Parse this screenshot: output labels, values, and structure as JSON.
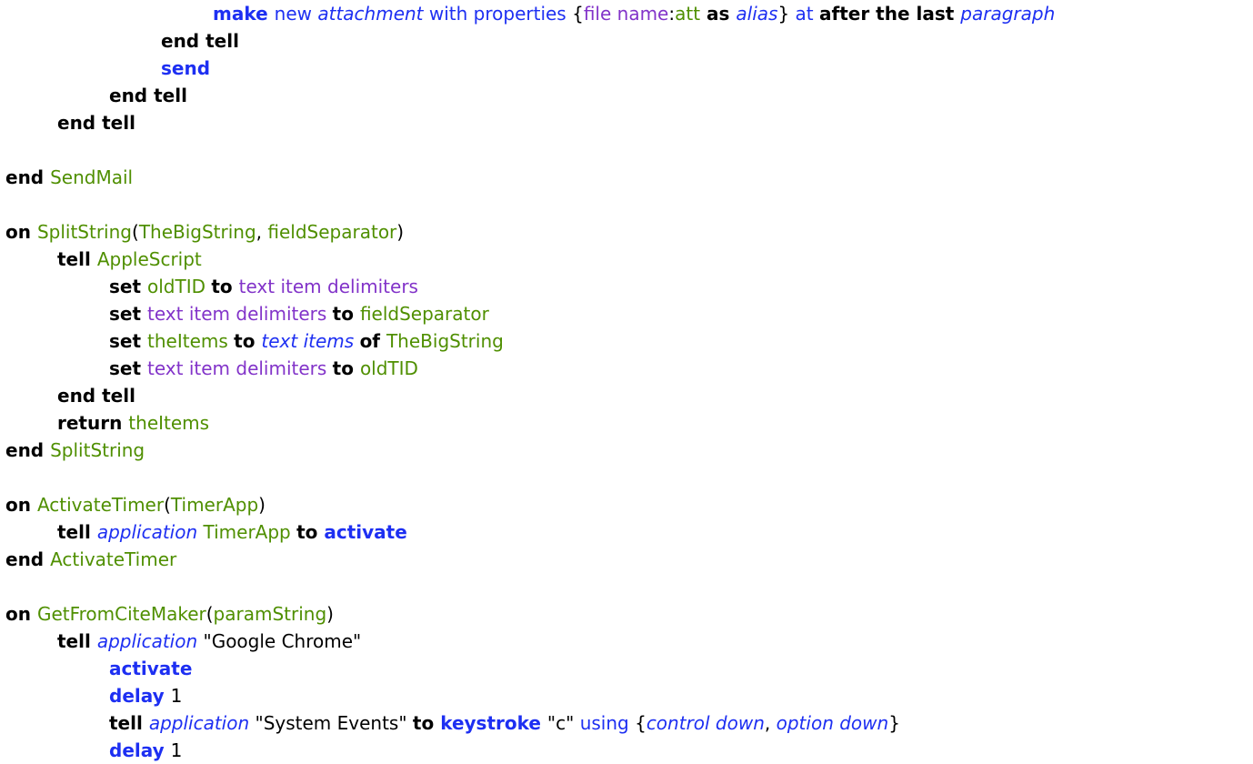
{
  "editor": {
    "background": "#ffffff",
    "colors": {
      "keyword": "#000000",
      "command": "#1d2ff2",
      "parameter": "#1d2ff2",
      "class_name": "#1d2ff2",
      "property": "#8233c9",
      "identifier": "#4f8f00",
      "plain": "#000000"
    },
    "lines": [
      {
        "indent": 4,
        "tokens": [
          [
            "make ",
            "cmd"
          ],
          [
            "new ",
            "param"
          ],
          [
            "attachment ",
            "cls"
          ],
          [
            "with properties ",
            "param"
          ],
          [
            "{",
            "plain"
          ],
          [
            "file name",
            "prop"
          ],
          [
            ":",
            "plain"
          ],
          [
            "att",
            "var"
          ],
          [
            " as ",
            "kw"
          ],
          [
            "alias",
            "cls"
          ],
          [
            "} ",
            "plain"
          ],
          [
            "at ",
            "param"
          ],
          [
            "after the last ",
            "kw"
          ],
          [
            "paragraph",
            "cls"
          ]
        ]
      },
      {
        "indent": 3,
        "tokens": [
          [
            "end tell",
            "kw"
          ]
        ]
      },
      {
        "indent": 3,
        "tokens": [
          [
            "send",
            "cmd"
          ]
        ]
      },
      {
        "indent": 2,
        "tokens": [
          [
            "end tell",
            "kw"
          ]
        ]
      },
      {
        "indent": 1,
        "tokens": [
          [
            "end tell",
            "kw"
          ]
        ]
      },
      {
        "indent": 0,
        "tokens": []
      },
      {
        "indent": 0,
        "tokens": [
          [
            "end ",
            "kw"
          ],
          [
            "SendMail",
            "var"
          ]
        ]
      },
      {
        "indent": 0,
        "tokens": []
      },
      {
        "indent": 0,
        "tokens": [
          [
            "on ",
            "kw"
          ],
          [
            "SplitString",
            "var"
          ],
          [
            "(",
            "plain"
          ],
          [
            "TheBigString",
            "var"
          ],
          [
            ", ",
            "plain"
          ],
          [
            "fieldSeparator",
            "var"
          ],
          [
            ")",
            "plain"
          ]
        ]
      },
      {
        "indent": 1,
        "tokens": [
          [
            "tell ",
            "kw"
          ],
          [
            "AppleScript",
            "var"
          ]
        ]
      },
      {
        "indent": 2,
        "tokens": [
          [
            "set ",
            "kw"
          ],
          [
            "oldTID ",
            "var"
          ],
          [
            "to ",
            "kw"
          ],
          [
            "text item delimiters",
            "prop"
          ]
        ]
      },
      {
        "indent": 2,
        "tokens": [
          [
            "set ",
            "kw"
          ],
          [
            "text item delimiters ",
            "prop"
          ],
          [
            "to ",
            "kw"
          ],
          [
            "fieldSeparator",
            "var"
          ]
        ]
      },
      {
        "indent": 2,
        "tokens": [
          [
            "set ",
            "kw"
          ],
          [
            "theItems ",
            "var"
          ],
          [
            "to ",
            "kw"
          ],
          [
            "text items ",
            "cls"
          ],
          [
            "of ",
            "kw"
          ],
          [
            "TheBigString",
            "var"
          ]
        ]
      },
      {
        "indent": 2,
        "tokens": [
          [
            "set ",
            "kw"
          ],
          [
            "text item delimiters ",
            "prop"
          ],
          [
            "to ",
            "kw"
          ],
          [
            "oldTID",
            "var"
          ]
        ]
      },
      {
        "indent": 1,
        "tokens": [
          [
            "end tell",
            "kw"
          ]
        ]
      },
      {
        "indent": 1,
        "tokens": [
          [
            "return ",
            "kw"
          ],
          [
            "theItems",
            "var"
          ]
        ]
      },
      {
        "indent": 0,
        "tokens": [
          [
            "end ",
            "kw"
          ],
          [
            "SplitString",
            "var"
          ]
        ]
      },
      {
        "indent": 0,
        "tokens": []
      },
      {
        "indent": 0,
        "tokens": [
          [
            "on ",
            "kw"
          ],
          [
            "ActivateTimer",
            "var"
          ],
          [
            "(",
            "plain"
          ],
          [
            "TimerApp",
            "var"
          ],
          [
            ")",
            "plain"
          ]
        ]
      },
      {
        "indent": 1,
        "tokens": [
          [
            "tell ",
            "kw"
          ],
          [
            "application ",
            "cls"
          ],
          [
            "TimerApp ",
            "var"
          ],
          [
            "to ",
            "kw"
          ],
          [
            "activate",
            "cmd"
          ]
        ]
      },
      {
        "indent": 0,
        "tokens": [
          [
            "end ",
            "kw"
          ],
          [
            "ActivateTimer",
            "var"
          ]
        ]
      },
      {
        "indent": 0,
        "tokens": []
      },
      {
        "indent": 0,
        "tokens": [
          [
            "on ",
            "kw"
          ],
          [
            "GetFromCiteMaker",
            "var"
          ],
          [
            "(",
            "plain"
          ],
          [
            "paramString",
            "var"
          ],
          [
            ")",
            "plain"
          ]
        ]
      },
      {
        "indent": 1,
        "tokens": [
          [
            "tell ",
            "kw"
          ],
          [
            "application ",
            "cls"
          ],
          [
            "\"Google Chrome\"",
            "plain"
          ]
        ]
      },
      {
        "indent": 2,
        "tokens": [
          [
            "activate",
            "cmd"
          ]
        ]
      },
      {
        "indent": 2,
        "tokens": [
          [
            "delay ",
            "cmd"
          ],
          [
            "1",
            "plain"
          ]
        ]
      },
      {
        "indent": 2,
        "tokens": [
          [
            "tell ",
            "kw"
          ],
          [
            "application ",
            "cls"
          ],
          [
            "\"System Events\" ",
            "plain"
          ],
          [
            "to ",
            "kw"
          ],
          [
            "keystroke ",
            "cmd"
          ],
          [
            "\"c\" ",
            "plain"
          ],
          [
            "using ",
            "param"
          ],
          [
            "{",
            "plain"
          ],
          [
            "control down",
            "cls"
          ],
          [
            ", ",
            "plain"
          ],
          [
            "option down",
            "cls"
          ],
          [
            "}",
            "plain"
          ]
        ]
      },
      {
        "indent": 2,
        "tokens": [
          [
            "delay ",
            "cmd"
          ],
          [
            "1",
            "plain"
          ]
        ]
      }
    ]
  }
}
